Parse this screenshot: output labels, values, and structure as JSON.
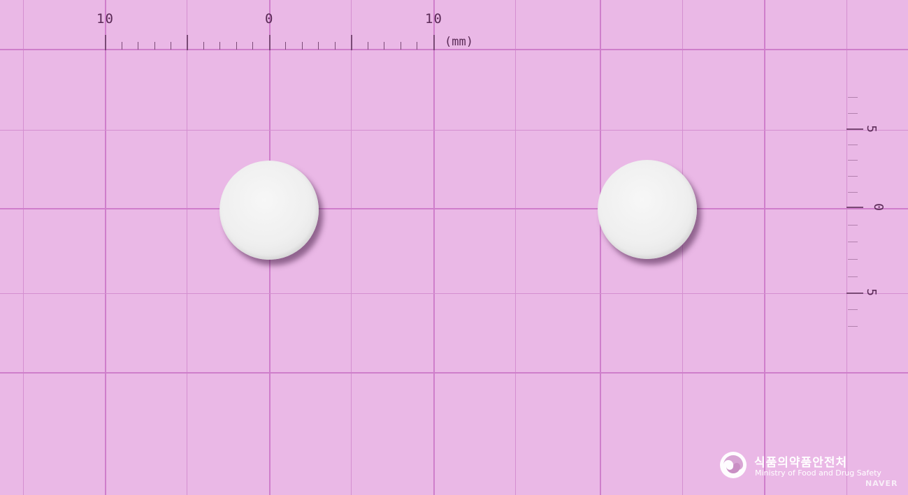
{
  "ruler": {
    "top_labels": [
      "10",
      "0",
      "10"
    ],
    "unit": "(mm)",
    "side_labels": [
      "5",
      "0",
      "5"
    ]
  },
  "pills": [
    {
      "label": "tablet-front",
      "color": "#f2f2f2"
    },
    {
      "label": "tablet-back",
      "color": "#f2f2f2"
    }
  ],
  "logo": {
    "name_ko": "식품의약품안전처",
    "name_en": "Ministry of Food and Drug Safety",
    "icon": "mfds-emblem-icon"
  },
  "watermark": "NAVER",
  "colors": {
    "background": "#eab8e6",
    "grid": "#d48fd0",
    "ruler_text": "#5a2a56"
  }
}
